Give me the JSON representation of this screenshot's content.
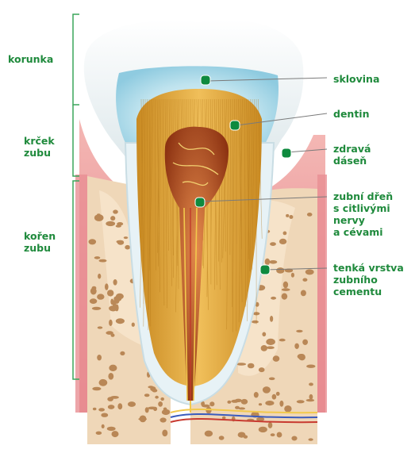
{
  "colors": {
    "label_green": "#1f8a3c",
    "marker_green": "#0e8a3e",
    "bracket_green": "#3aa55a",
    "enamel": "#cfe9f3",
    "dentin": "#e2a63a",
    "pulp": "#b4481e",
    "gum": "#e88f93",
    "bone": "#efd7b8",
    "bone_pore": "#b07a45"
  },
  "left_labels": [
    {
      "id": "crown",
      "text": "korunka"
    },
    {
      "id": "neck",
      "text": "krček\nzubu"
    },
    {
      "id": "root",
      "text": "kořen\nzubu"
    }
  ],
  "right_labels": [
    {
      "id": "enamel",
      "text": "sklovina"
    },
    {
      "id": "dentin",
      "text": "dentin"
    },
    {
      "id": "gum",
      "text": "zdravá\ndáseň"
    },
    {
      "id": "pulp",
      "text": "zubní dřeň\ns citlivými\nnervy\na cévami"
    },
    {
      "id": "cement",
      "text": "tenká vrstva\nzubního\ncementu"
    }
  ]
}
